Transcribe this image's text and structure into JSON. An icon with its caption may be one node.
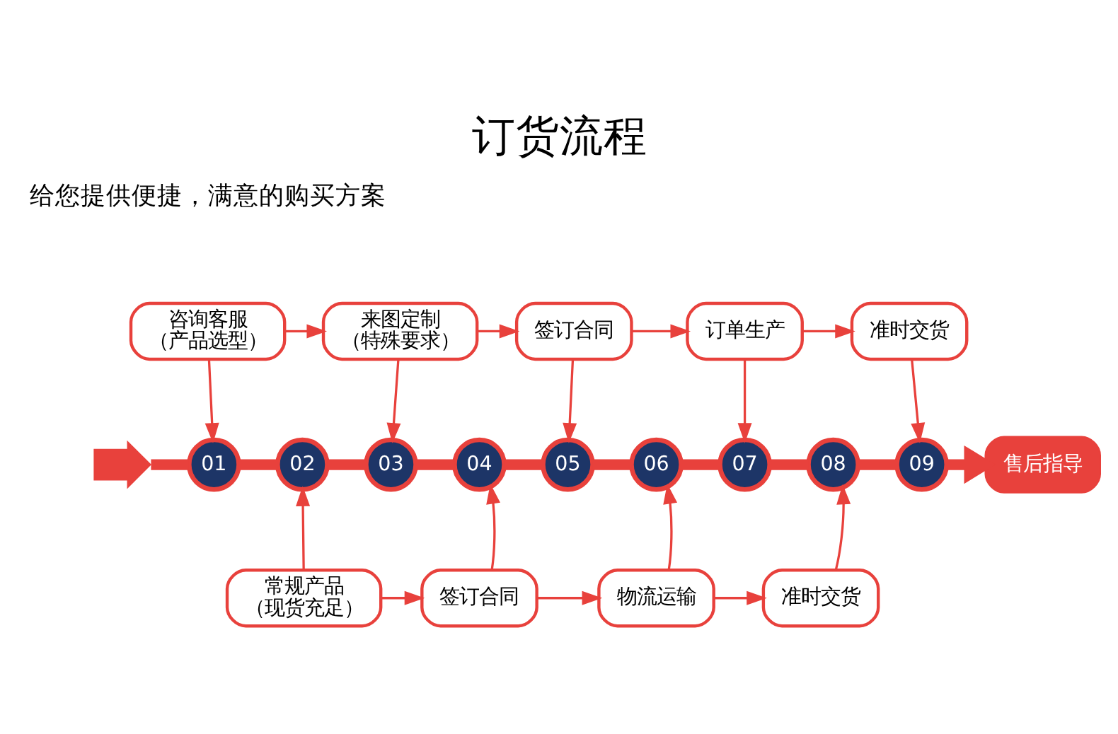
{
  "diagram": {
    "title": "订货流程",
    "nodes": [
      {
        "text": [
          "咨询客服",
          "（产品选型）"
        ]
      },
      {
        "text": [
          "来图定制",
          "（特殊要求）"
        ]
      },
      {
        "text": [
          "签订合同"
        ]
      },
      {
        "text": [
          "订单生产"
        ]
      },
      {
        "text": [
          "准时交货"
        ]
      },
      {
        "text": [],
        "shape": "chevron"
      },
      {
        "text": [
          "01"
        ]
      },
      {
        "text": [
          "02"
        ]
      },
      {
        "text": [
          "03"
        ]
      },
      {
        "text": [
          "04"
        ]
      },
      {
        "text": [
          "05"
        ]
      },
      {
        "text": [
          "06"
        ]
      },
      {
        "text": [
          "07"
        ]
      },
      {
        "text": [
          "08"
        ]
      },
      {
        "text": [
          "09"
        ]
      },
      {
        "text": [
          "售后指导"
        ]
      },
      {
        "text": [
          "常规产品",
          "（现货充足）"
        ]
      },
      {
        "text": [
          "签订合同"
        ]
      },
      {
        "text": [
          "物流运输"
        ]
      },
      {
        "text": [
          "准时交货"
        ]
      }
    ],
    "edges": [
      {
        "from": 0,
        "to": 1,
        "arrow": "to"
      },
      {
        "from": 1,
        "to": 2,
        "arrow": "to"
      },
      {
        "from": 2,
        "to": 3,
        "arrow": "to"
      },
      {
        "from": 3,
        "to": 4,
        "arrow": "to"
      },
      {
        "from": 0,
        "to": 6,
        "arrow": "to"
      },
      {
        "from": 1,
        "to": 8,
        "arrow": "to"
      },
      {
        "from": 2,
        "to": 10,
        "arrow": "to"
      },
      {
        "from": 3,
        "to": 12,
        "arrow": "to"
      },
      {
        "from": 4,
        "to": 14,
        "arrow": "to"
      },
      {
        "from": 5,
        "to": 6,
        "arrow": "none",
        "style": "thick"
      },
      {
        "from": 6,
        "to": 7,
        "arrow": "none",
        "style": "thick"
      },
      {
        "from": 7,
        "to": 8,
        "arrow": "none",
        "style": "thick"
      },
      {
        "from": 8,
        "to": 9,
        "arrow": "none",
        "style": "thick"
      },
      {
        "from": 9,
        "to": 10,
        "arrow": "none",
        "style": "thick"
      },
      {
        "from": 10,
        "to": 11,
        "arrow": "none",
        "style": "thick"
      },
      {
        "from": 11,
        "to": 12,
        "arrow": "none",
        "style": "thick"
      },
      {
        "from": 12,
        "to": 13,
        "arrow": "none",
        "style": "thick"
      },
      {
        "from": 13,
        "to": 14,
        "arrow": "none",
        "style": "thick"
      },
      {
        "from": 14,
        "to": 15,
        "arrow": "to",
        "style": "thick"
      },
      {
        "from": 16,
        "to": 7,
        "arrow": "to"
      },
      {
        "from": 17,
        "to": 9,
        "arrow": "to"
      },
      {
        "from": 18,
        "to": 11,
        "arrow": "to"
      },
      {
        "from": 19,
        "to": 13,
        "arrow": "to"
      },
      {
        "from": 16,
        "to": 17,
        "arrow": "to"
      },
      {
        "from": 17,
        "to": 18,
        "arrow": "to"
      },
      {
        "from": 18,
        "to": 19,
        "arrow": "to"
      }
    ],
    "labels": [
      "给您提供便捷，满意的购买方案"
    ]
  }
}
